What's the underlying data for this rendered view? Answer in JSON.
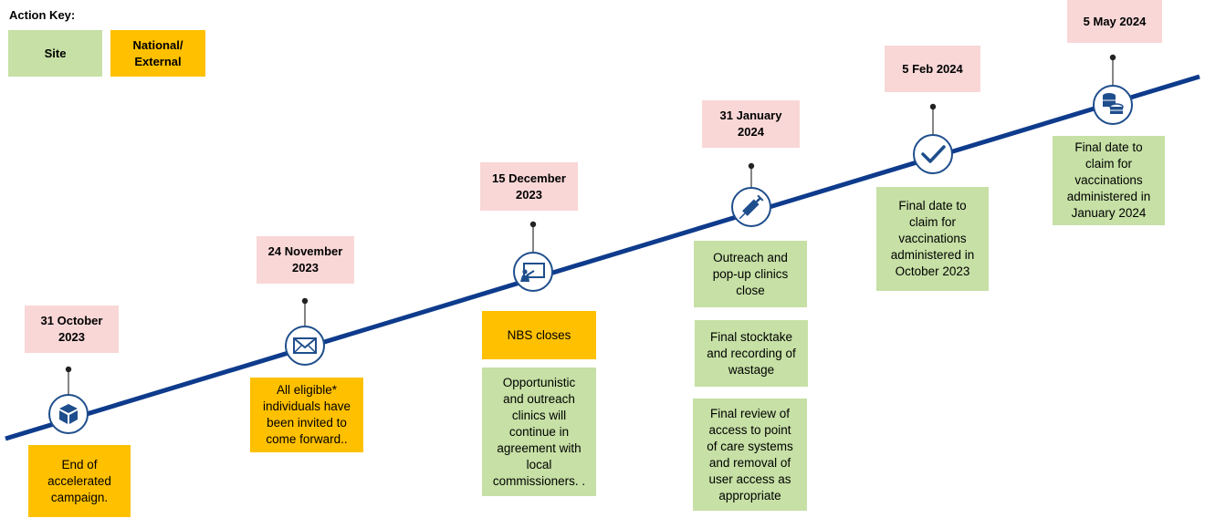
{
  "colors": {
    "line": "#0e3b8c",
    "site": "#c6e0a5",
    "national_external": "#ffc000",
    "date_bg": "#f9d7d7"
  },
  "key": {
    "title": "Action Key:",
    "site_label": "Site",
    "national_label": "National/\nExternal"
  },
  "milestones": [
    {
      "date": "31 October\n2023",
      "icon": "package-box-icon",
      "actions": [
        {
          "type": "national",
          "text": "End of\naccelerated\ncampaign."
        }
      ]
    },
    {
      "date": "24 November\n2023",
      "icon": "envelope-icon",
      "actions": [
        {
          "type": "national",
          "text": "All eligible*\nindividuals have\nbeen invited to\ncome forward.."
        }
      ]
    },
    {
      "date": "15 December\n2023",
      "icon": "presentation-icon",
      "actions": [
        {
          "type": "national",
          "text": "NBS closes"
        },
        {
          "type": "site",
          "text": "Opportunistic\nand outreach\nclinics will\ncontinue in\nagreement with\nlocal\ncommissioners. ."
        }
      ]
    },
    {
      "date": "31 January\n2024",
      "icon": "syringe-icon",
      "actions": [
        {
          "type": "site",
          "text": "Outreach and\npop-up clinics\nclose"
        },
        {
          "type": "site",
          "text": "Final stocktake\nand recording of\nwastage"
        },
        {
          "type": "site",
          "text": "Final review of\naccess to point\nof care systems\nand removal of\nuser access as\nappropriate"
        }
      ]
    },
    {
      "date": "5 Feb 2024",
      "icon": "checkmark-icon",
      "actions": [
        {
          "type": "site",
          "text": "Final date to\nclaim for\nvaccinations\nadministered in\nOctober 2023"
        }
      ]
    },
    {
      "date": "5 May 2024",
      "icon": "coins-icon",
      "actions": [
        {
          "type": "site",
          "text": "Final date to\nclaim for\nvaccinations\nadministered in\nJanuary 2024"
        }
      ]
    }
  ]
}
